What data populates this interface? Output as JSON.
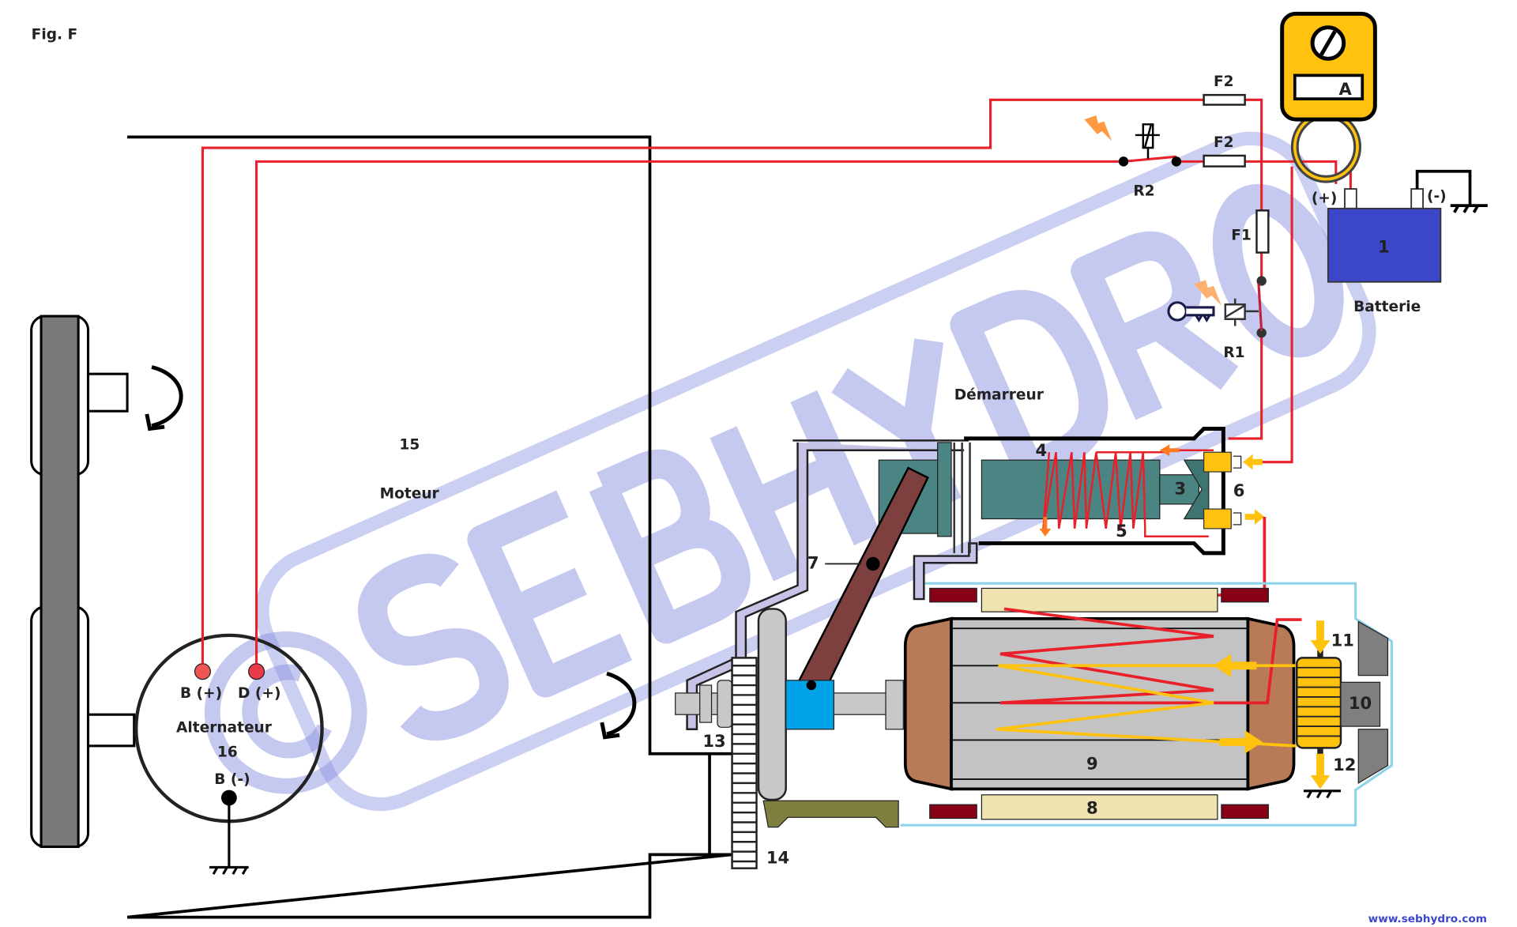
{
  "figure": {
    "label": "Fig. F",
    "website": "www.sebhydro.com",
    "watermark": "SEBHYDRO",
    "watermark_symbol": "©"
  },
  "circuit": {
    "fuse_top": "F2",
    "fuse_mid": "F2",
    "fuse_f1": "F1",
    "relay_r2": "R2",
    "relay_r1": "R1",
    "ammeter_unit": "A"
  },
  "battery": {
    "plus": "(+)",
    "minus": "(-)",
    "number": "1",
    "name": "Batterie"
  },
  "engine": {
    "number": "15",
    "name": "Moteur"
  },
  "alternator": {
    "b_plus": "B (+)",
    "d_plus": "D (+)",
    "name": "Alternateur",
    "number": "16",
    "b_minus": "B (-)"
  },
  "starter": {
    "name": "Démarreur",
    "parts": {
      "p3": "3",
      "p4": "4",
      "p5": "5",
      "p6": "6",
      "p7": "7",
      "p8": "8",
      "p9": "9",
      "p10": "10",
      "p11": "11",
      "p12": "12",
      "p13": "13",
      "p14": "14"
    }
  },
  "colors": {
    "wire": "#e8202a",
    "current": "#ffc20e",
    "battery": "#3b47c8",
    "teal": "#4a8583",
    "lever": "#7e3f3f"
  }
}
